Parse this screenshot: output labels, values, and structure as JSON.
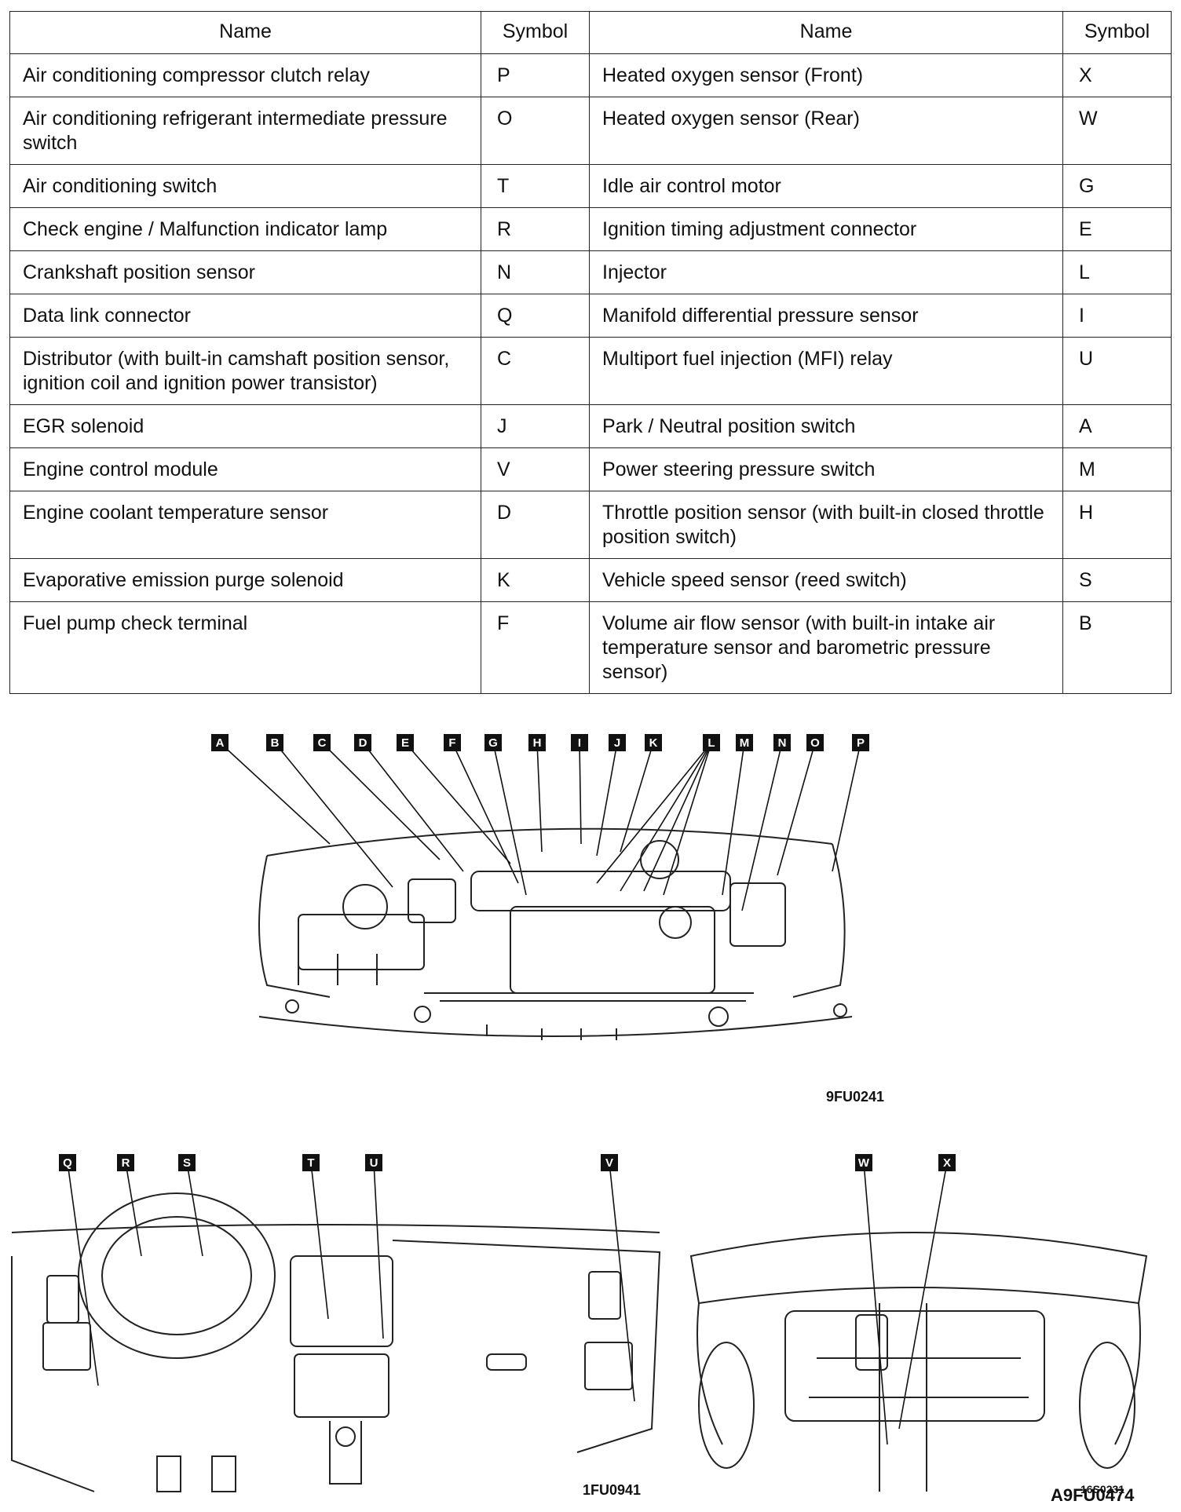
{
  "table": {
    "headers": [
      "Name",
      "Symbol",
      "Name",
      "Symbol"
    ],
    "rows": [
      [
        "Air conditioning compressor clutch relay",
        "P",
        "Heated oxygen sensor (Front)",
        "X"
      ],
      [
        "Air conditioning refrigerant intermediate pressure switch",
        "O",
        "Heated oxygen sensor (Rear)",
        "W"
      ],
      [
        "Air conditioning switch",
        "T",
        "Idle air control motor",
        "G"
      ],
      [
        "Check engine / Malfunction indicator lamp",
        "R",
        "Ignition timing adjustment connector",
        "E"
      ],
      [
        "Crankshaft position sensor",
        "N",
        "Injector",
        "L"
      ],
      [
        "Data link connector",
        "Q",
        "Manifold differential pressure sensor",
        "I"
      ],
      [
        "Distributor (with built-in camshaft position sensor, ignition coil and ignition power transistor)",
        "C",
        "Multiport fuel injection (MFI) relay",
        "U"
      ],
      [
        "EGR solenoid",
        "J",
        "Park / Neutral position switch",
        "A"
      ],
      [
        "Engine control module",
        "V",
        "Power steering pressure switch",
        "M"
      ],
      [
        "Engine coolant temperature sensor",
        "D",
        "Throttle position sensor (with built-in closed throttle position switch)",
        "H"
      ],
      [
        "Evaporative emission purge solenoid",
        "K",
        "Vehicle speed sensor (reed switch)",
        "S"
      ],
      [
        "Fuel pump check terminal",
        "F",
        "Volume air flow sensor (with built-in intake air temperature sensor and barometric pressure sensor)",
        "B"
      ]
    ]
  },
  "engine_diagram": {
    "labels": [
      "A",
      "B",
      "C",
      "D",
      "E",
      "F",
      "G",
      "H",
      "I",
      "J",
      "K",
      "L",
      "M",
      "N",
      "O",
      "P"
    ],
    "code": "9FU0241"
  },
  "interior_diagram": {
    "labels": [
      "Q",
      "R",
      "S",
      "T",
      "U",
      "V"
    ],
    "code": "1FU0941"
  },
  "underbody_diagram": {
    "labels": [
      "W",
      "X"
    ],
    "code": "16S0231"
  },
  "page_code": "A9FU0474"
}
